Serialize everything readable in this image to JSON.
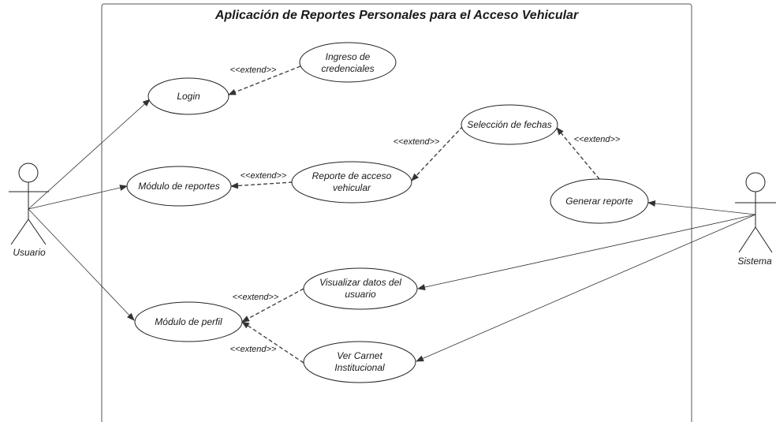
{
  "system": {
    "title": "Aplicación de Reportes Personales para el Acceso Vehicular"
  },
  "actors": {
    "usuario": "Usuario",
    "sistema": "Sistema"
  },
  "use_cases": {
    "login": [
      "Login"
    ],
    "ingreso": [
      "Ingreso de",
      "credenciales"
    ],
    "modulo_reportes": [
      "Módulo de reportes"
    ],
    "reporte_acceso": [
      "Reporte de acceso",
      "vehicular"
    ],
    "seleccion_fechas": [
      "Selección de fechas"
    ],
    "generar_reporte": [
      "Generar reporte"
    ],
    "visualizar_datos": [
      "Visualizar datos del",
      "usuario"
    ],
    "modulo_perfil": [
      "Módulo de perfil"
    ],
    "ver_carnet": [
      "Ver Carnet",
      "Institucional"
    ]
  },
  "relations": {
    "extend_label": "<<extend>>"
  },
  "colors": {
    "line": "#333333",
    "boundary": "#555555",
    "fill": "#ffffff"
  }
}
